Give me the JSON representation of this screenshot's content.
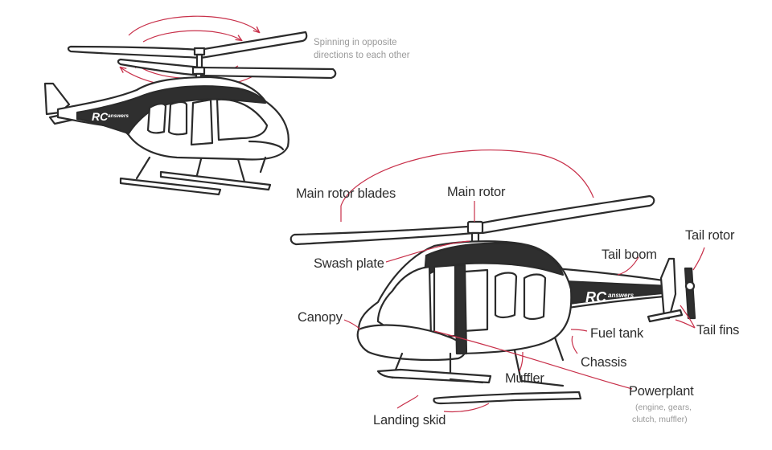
{
  "note": {
    "line1": "Spinning in opposite",
    "line2": "directions to each other"
  },
  "labels": {
    "main_rotor_blades": "Main rotor blades",
    "main_rotor": "Main rotor",
    "swash_plate": "Swash plate",
    "tail_boom": "Tail boom",
    "tail_rotor": "Tail rotor",
    "canopy": "Canopy",
    "fuel_tank": "Fuel tank",
    "tail_fins": "Tail fins",
    "chassis": "Chassis",
    "muffler": "Muffler",
    "powerplant": "Powerplant",
    "powerplant_detail_1": "(engine, gears,",
    "powerplant_detail_2": "clutch, muffler)",
    "landing_skid": "Landing skid"
  },
  "logo": {
    "mark": "RC",
    "word": "answers"
  },
  "colors": {
    "accent": "#c8304a",
    "ink": "#2b2b2b",
    "label": "#2e2e2e",
    "note": "#9a9a9a"
  }
}
